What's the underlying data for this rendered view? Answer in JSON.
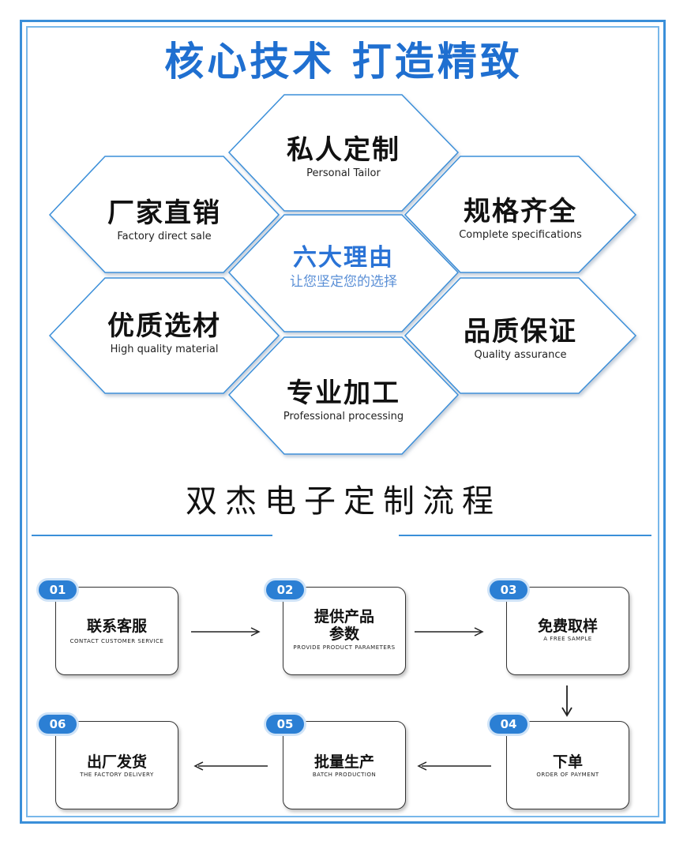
{
  "header": {
    "title": "核心技术 打造精致"
  },
  "hexagons": {
    "center": {
      "zh": "六大理由",
      "en": "让您坚定您的选择"
    },
    "top": {
      "zh": "私人定制",
      "en": "Personal Tailor"
    },
    "upper_left": {
      "zh": "厂家直销",
      "en": "Factory direct sale"
    },
    "upper_right": {
      "zh": "规格齐全",
      "en": "Complete specifications"
    },
    "lower_left": {
      "zh": "优质选材",
      "en": "High quality material"
    },
    "lower_right": {
      "zh": "品质保证",
      "en": "Quality assurance"
    },
    "bottom": {
      "zh": "专业加工",
      "en": "Professional processing"
    }
  },
  "process": {
    "title": "双杰电子定制流程",
    "steps": [
      {
        "num": "01",
        "zh": "联系客服",
        "en": "CONTACT CUSTOMER SERVICE"
      },
      {
        "num": "02",
        "zh": "提供产品\n参数",
        "en": "PROVIDE PRODUCT PARAMETERS"
      },
      {
        "num": "03",
        "zh": "免费取样",
        "en": "A FREE SAMPLE"
      },
      {
        "num": "04",
        "zh": "下单",
        "en": "ORDER OF PAYMENT"
      },
      {
        "num": "05",
        "zh": "批量生产",
        "en": "BATCH PRODUCTION"
      },
      {
        "num": "06",
        "zh": "出厂发货",
        "en": "THE FACTORY DELIVERY"
      }
    ]
  },
  "colors": {
    "accent": "#2b7fd4",
    "frame": "#3a8fd9",
    "title": "#1f6fd0"
  }
}
